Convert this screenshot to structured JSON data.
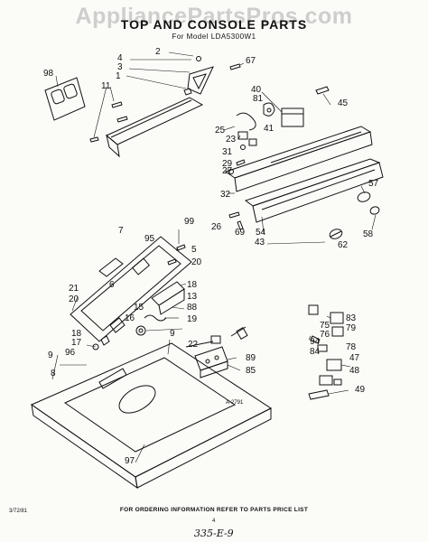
{
  "watermark": "AppliancePartsPros.com",
  "title": "TOP AND CONSOLE PARTS",
  "subtitle": "For Model LDA5300W1",
  "footer": "FOR ORDERING INFORMATION REFER TO PARTS PRICE LIST",
  "footer_code": "3/72/81",
  "page_number": "4",
  "handwritten_note": "335-E-9",
  "diagram_code": "A-2791",
  "callouts": [
    {
      "label": "98"
    },
    {
      "label": "2"
    },
    {
      "label": "4"
    },
    {
      "label": "3"
    },
    {
      "label": "1"
    },
    {
      "label": "67"
    },
    {
      "label": "11"
    },
    {
      "label": "40"
    },
    {
      "label": "81"
    },
    {
      "label": "45"
    },
    {
      "label": "41"
    },
    {
      "label": "25"
    },
    {
      "label": "23"
    },
    {
      "label": "31"
    },
    {
      "label": "29"
    },
    {
      "label": "27"
    },
    {
      "label": "32"
    },
    {
      "label": "57"
    },
    {
      "label": "26"
    },
    {
      "label": "69"
    },
    {
      "label": "54"
    },
    {
      "label": "43"
    },
    {
      "label": "62"
    },
    {
      "label": "58"
    },
    {
      "label": "7"
    },
    {
      "label": "99"
    },
    {
      "label": "95"
    },
    {
      "label": "5"
    },
    {
      "label": "20"
    },
    {
      "label": "6"
    },
    {
      "label": "18"
    },
    {
      "label": "21"
    },
    {
      "label": "20"
    },
    {
      "label": "13"
    },
    {
      "label": "88"
    },
    {
      "label": "15"
    },
    {
      "label": "16"
    },
    {
      "label": "19"
    },
    {
      "label": "18"
    },
    {
      "label": "17"
    },
    {
      "label": "96"
    },
    {
      "label": "8"
    },
    {
      "label": "9"
    },
    {
      "label": "9"
    },
    {
      "label": "22"
    },
    {
      "label": "89"
    },
    {
      "label": "85"
    },
    {
      "label": "97"
    },
    {
      "label": "75"
    },
    {
      "label": "83"
    },
    {
      "label": "76"
    },
    {
      "label": "79"
    },
    {
      "label": "94"
    },
    {
      "label": "84"
    },
    {
      "label": "78"
    },
    {
      "label": "47"
    },
    {
      "label": "48"
    },
    {
      "label": "49"
    }
  ]
}
